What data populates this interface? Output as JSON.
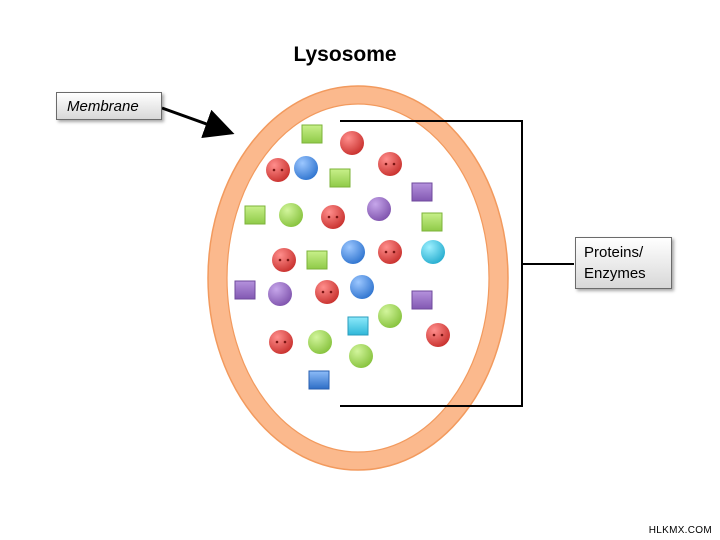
{
  "title": "Lysosome",
  "membrane_label": "Membrane",
  "enzymes_label": "Proteins/\nEnzymes",
  "watermark": "HLKMX.COM",
  "colors": {
    "membrane_fill": "#fbb98d",
    "membrane_inner": "#ffffff",
    "red": "#e0423f",
    "blue": "#4a8fe3",
    "green": "#a6d95b",
    "purple": "#9a6fc4",
    "cyan": "#42c8e4"
  },
  "icons": [
    "arrow-icon",
    "bracket-icon"
  ]
}
